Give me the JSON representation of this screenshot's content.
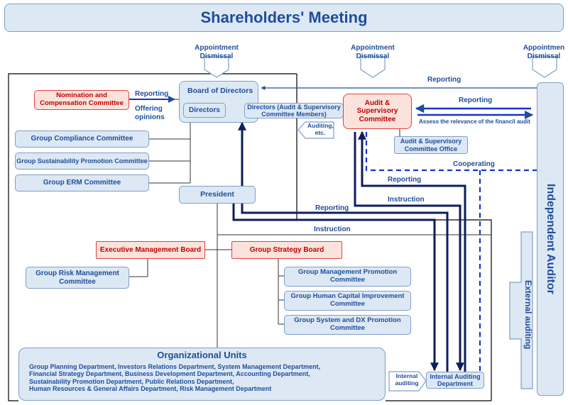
{
  "shareholders": "Shareholders' Meeting",
  "appointment": {
    "line1": "Appointment",
    "line2": "Dismissal"
  },
  "appointment_right": {
    "line1": "Appointmen",
    "line2": "Dismissal"
  },
  "board": {
    "title": "Board of Directors",
    "directors": "Directors",
    "audit_directors": "Directors (Audit & Supervisory Committee Members)"
  },
  "nomination": "Nomination and Compensation Committee",
  "audit_committee": "Audit & Supervisory Committee",
  "audit_office": "Audit & Supervisory Committee Office",
  "compliance": "Group Compliance Committee",
  "sustainability": "Group Sustainability Promotion Committee",
  "erm": "Group ERM Committee",
  "president": "President",
  "exec_board": "Executive Management Board",
  "strategy_board": "Group Strategy Board",
  "risk_mgmt": "Group Risk Management Committee",
  "mgmt_promotion": "Group Management Promotion Committee",
  "human_capital": "Group Human Capital Improvement Committee",
  "system_dx": "Group System and DX Promotion Committee",
  "org_units": {
    "title": "Organizational Units",
    "lines": [
      "Group Planning Department, Investors Relations Department, System Management Department,",
      "Financial Strategy Department, Business Development Department, Accounting Department,",
      "Sustainability Promotion Department, Public Relations Department,",
      "Human Resources & General Affairs Department, Risk Management Department"
    ]
  },
  "internal_auditing_dept": "Internal Auditing Department",
  "independent_auditor": "Independent Auditor",
  "external_auditing": "External auditing",
  "labels": {
    "reporting": "Reporting",
    "offering": "Offering opinions",
    "auditing_etc": "Auditing, etc.",
    "assess": "Assess the relevance of the financil audit",
    "cooperating": "Cooperating",
    "instruction": "Instruction",
    "internal_auditing": "Internal auditing"
  },
  "colors": {
    "navy": "#0c1e5c",
    "blue": "#1f4e99",
    "dashed": "#1a33cc",
    "box_fill": "#dde8f5",
    "red": "#c00000"
  }
}
